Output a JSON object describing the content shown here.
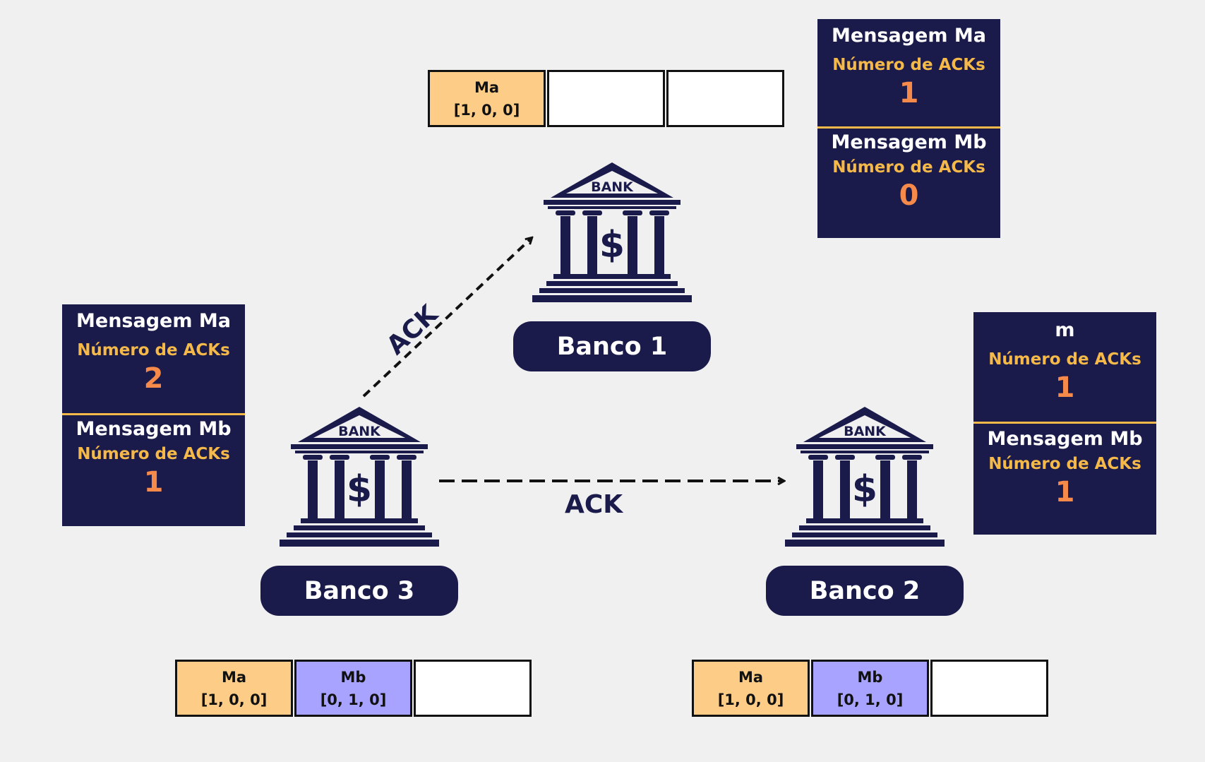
{
  "colors": {
    "navy": "#1b1b4b",
    "label_yellow": "#f5b94a",
    "count_orange": "#f58a4b",
    "queue_orange": "#fdcd87",
    "queue_purple": "#a7a3ff",
    "background": "#f0f0f0"
  },
  "banks": {
    "banco1": {
      "name": "Banco 1",
      "icon_text": "BANK",
      "icon": "bank-building-icon"
    },
    "banco2": {
      "name": "Banco 2",
      "icon_text": "BANK",
      "icon": "bank-building-icon"
    },
    "banco3": {
      "name": "Banco 3",
      "icon_text": "BANK",
      "icon": "bank-building-icon"
    }
  },
  "panels": {
    "banco1": [
      {
        "title": "Mensagem Ma",
        "label": "Número de ACKs",
        "count": "1"
      },
      {
        "title": "Mensagem Mb",
        "label": "Número de ACKs",
        "count": "0"
      }
    ],
    "banco2": [
      {
        "title": "m",
        "label": "Número de ACKs",
        "count": "1"
      },
      {
        "title": "Mensagem Mb",
        "label": "Número de ACKs",
        "count": "1"
      }
    ],
    "banco3": [
      {
        "title": "Mensagem Ma",
        "label": "Número de ACKs",
        "count": "2"
      },
      {
        "title": "Mensagem Mb",
        "label": "Número de ACKs",
        "count": "1"
      }
    ]
  },
  "queues": {
    "banco1": [
      {
        "name": "Ma",
        "vector": "[1, 0, 0]",
        "color": "orange"
      },
      {
        "name": "",
        "vector": "",
        "color": "white"
      },
      {
        "name": "",
        "vector": "",
        "color": "white"
      }
    ],
    "banco2": [
      {
        "name": "Ma",
        "vector": "[1, 0, 0]",
        "color": "orange"
      },
      {
        "name": "Mb",
        "vector": "[0, 1, 0]",
        "color": "purple"
      },
      {
        "name": "",
        "vector": "",
        "color": "white"
      }
    ],
    "banco3": [
      {
        "name": "Ma",
        "vector": "[1, 0, 0]",
        "color": "orange"
      },
      {
        "name": "Mb",
        "vector": "[0, 1, 0]",
        "color": "purple"
      },
      {
        "name": "",
        "vector": "",
        "color": "white"
      }
    ]
  },
  "arrows": {
    "banco3_to_banco1": "ACK",
    "banco3_to_banco2": "ACK"
  }
}
